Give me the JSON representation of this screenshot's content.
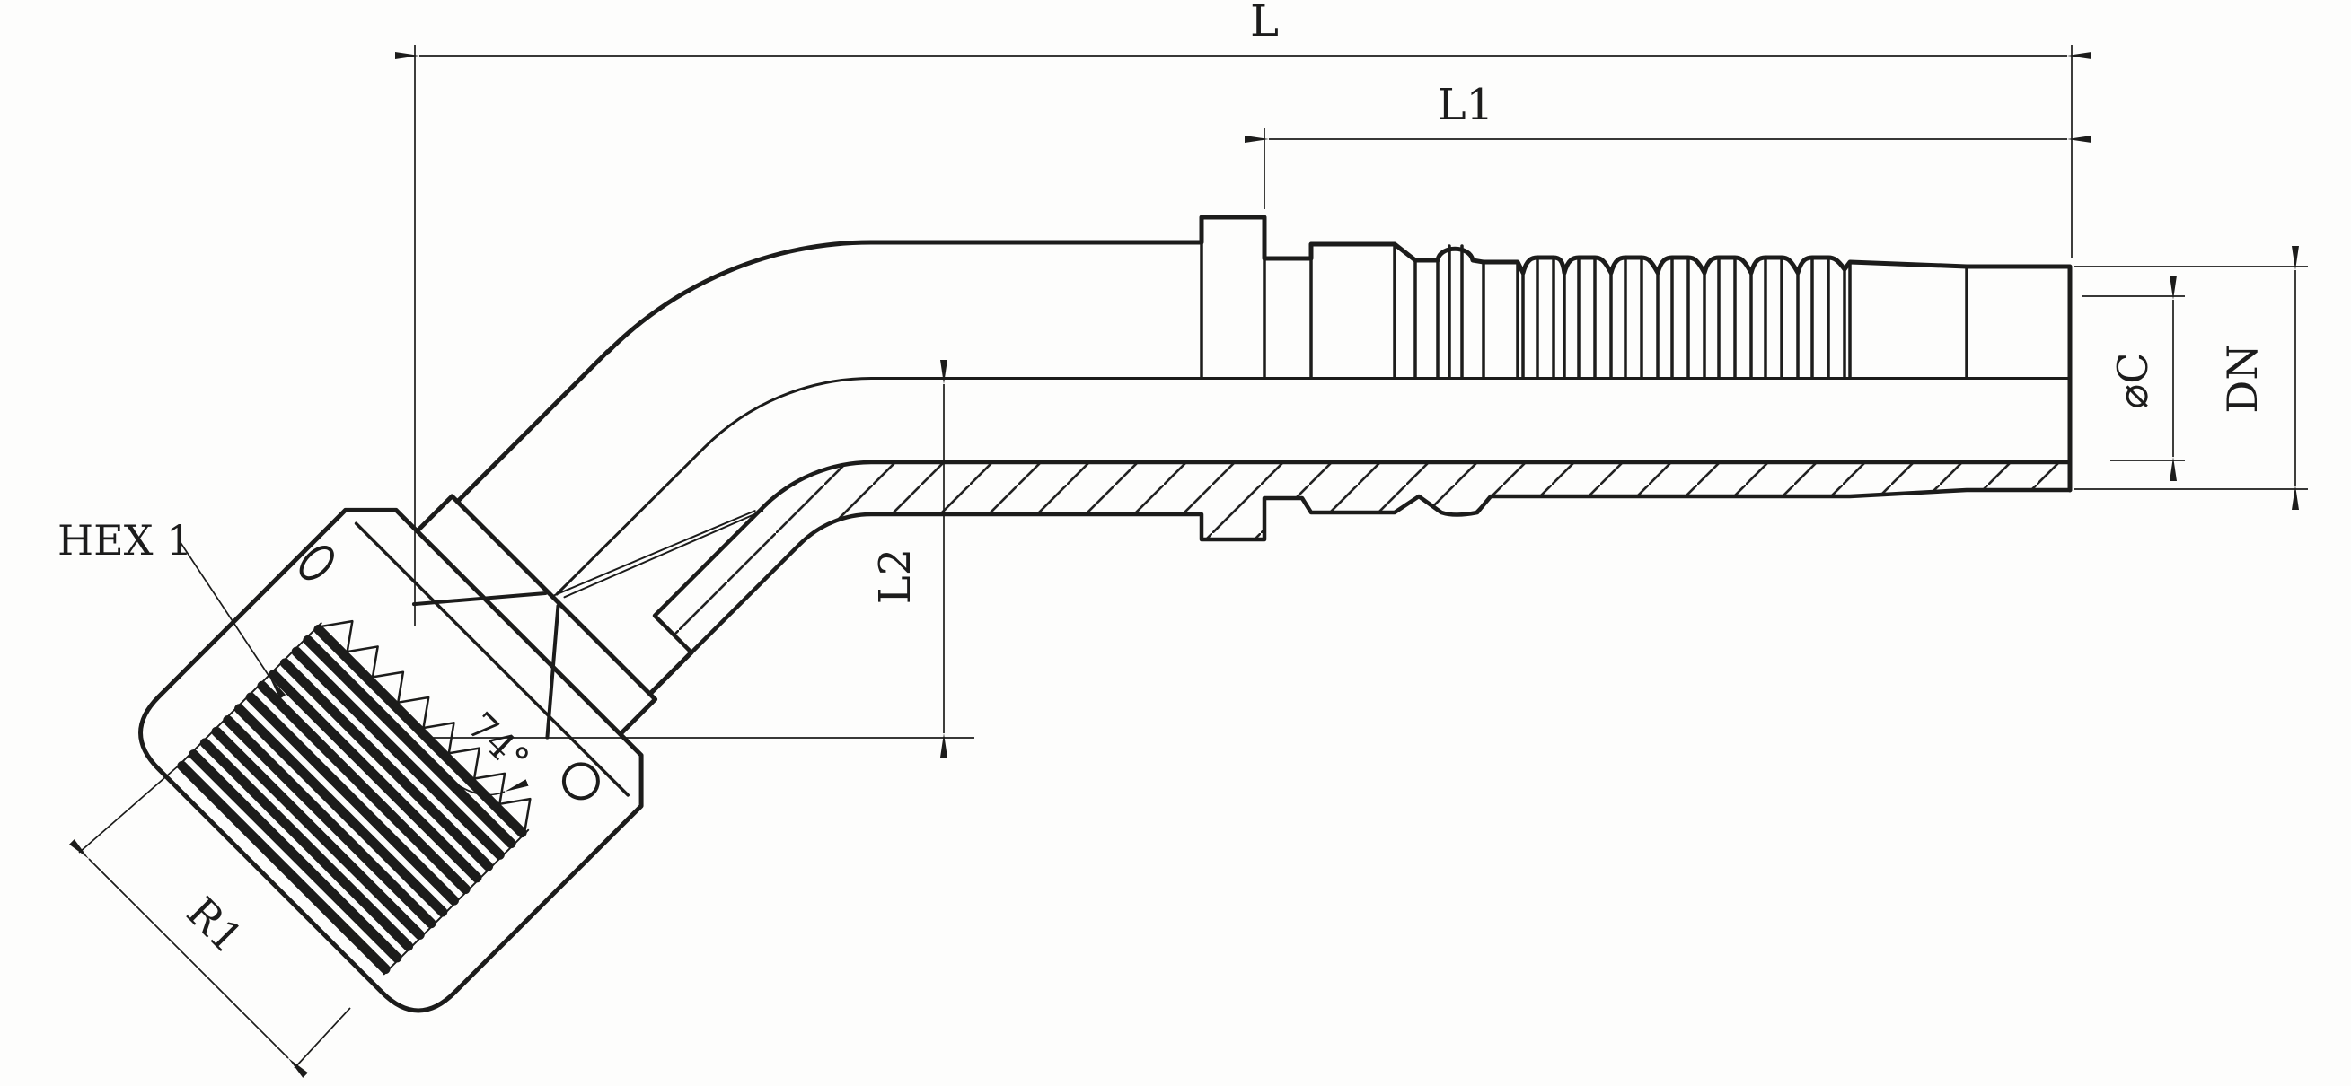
{
  "drawing": {
    "title": "45-degree hose fitting technical drawing",
    "labels": {
      "overall_length": "L",
      "tail_length": "L1",
      "elbow_drop": "L2",
      "collar_diameter": "⌀C",
      "nominal_bore": "DN",
      "hex": "HEX 1",
      "thread": "R1",
      "seat_angle": "74°"
    },
    "line_color": "#1c1c1b",
    "background_color": "#fdfdfc"
  }
}
